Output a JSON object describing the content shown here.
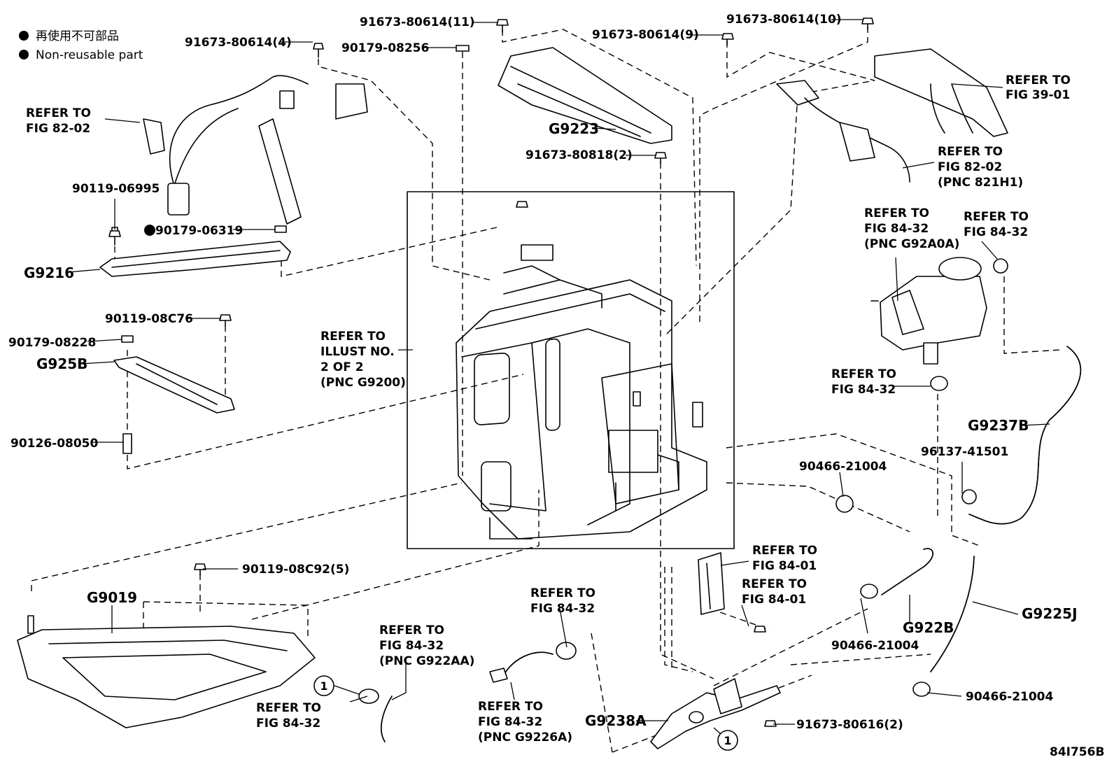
{
  "legend": {
    "line1": "再使用不可部品",
    "line2": "Non-reusable part"
  },
  "labels": {
    "p91673_4": "91673-80614(4)",
    "p90179_08256": "90179-08256",
    "p91673_11": "91673-80614(11)",
    "p91673_9": "91673-80614(9)",
    "p91673_10": "91673-80614(10)",
    "refer_39_01_a": "REFER TO",
    "refer_39_01_b": "FIG 39-01",
    "refer_82_02_top_a": "REFER TO",
    "refer_82_02_top_b": "FIG 82-02",
    "refer_82_02_top_c": "(PNC 821H1)",
    "refer_82_02_left_a": "REFER TO",
    "refer_82_02_left_b": "FIG 82-02",
    "g9223": "G9223",
    "p91673_80818": "91673-80818(2)",
    "p90119_06995": "90119-06995",
    "p90179_06319": "90179-06319",
    "g9216": "G9216",
    "refer_g92a0a_a": "REFER TO",
    "refer_g92a0a_b": "FIG 84-32",
    "refer_g92a0a_c": "(PNC G92A0A)",
    "refer_84_32_tr_a": "REFER TO",
    "refer_84_32_tr_b": "FIG 84-32",
    "p90119_08c76": "90119-08C76",
    "p90179_08228": "90179-08228",
    "g925b": "G925B",
    "p90126_08050": "90126-08050",
    "refer_illust_a": "REFER TO",
    "refer_illust_b": "ILLUST NO.",
    "refer_illust_c": "2 OF 2",
    "refer_illust_d": "(PNC G9200)",
    "refer_84_32_mid_a": "REFER TO",
    "refer_84_32_mid_b": "FIG 84-32",
    "g9237b": "G9237B",
    "p96137_41501": "96137-41501",
    "p90466_21004_a": "90466-21004",
    "refer_84_01_a1": "REFER TO",
    "refer_84_01_a2": "FIG 84-01",
    "refer_84_01_b1": "REFER TO",
    "refer_84_01_b2": "FIG 84-01",
    "p90119_08c92": "90119-08C92(5)",
    "g9019": "G9019",
    "refer_g922aa_a": "REFER TO",
    "refer_g922aa_b": "FIG 84-32",
    "refer_g922aa_c": "(PNC G922AA)",
    "refer_84_32_c_a": "REFER TO",
    "refer_84_32_c_b": "FIG 84-32",
    "g922b": "G922B",
    "g9225j": "G9225J",
    "p90466_21004_b": "90466-21004",
    "p90466_21004_c": "90466-21004",
    "refer_84_32_bl_a": "REFER TO",
    "refer_84_32_bl_b": "FIG 84-32",
    "refer_g9226a_a": "REFER TO",
    "refer_g9226a_b": "FIG 84-32",
    "refer_g9226a_c": "(PNC G9226A)",
    "g9238a": "G9238A",
    "p91673_80616": "91673-80616(2)",
    "callout_1": "1",
    "illustration_code": "84I756B"
  }
}
